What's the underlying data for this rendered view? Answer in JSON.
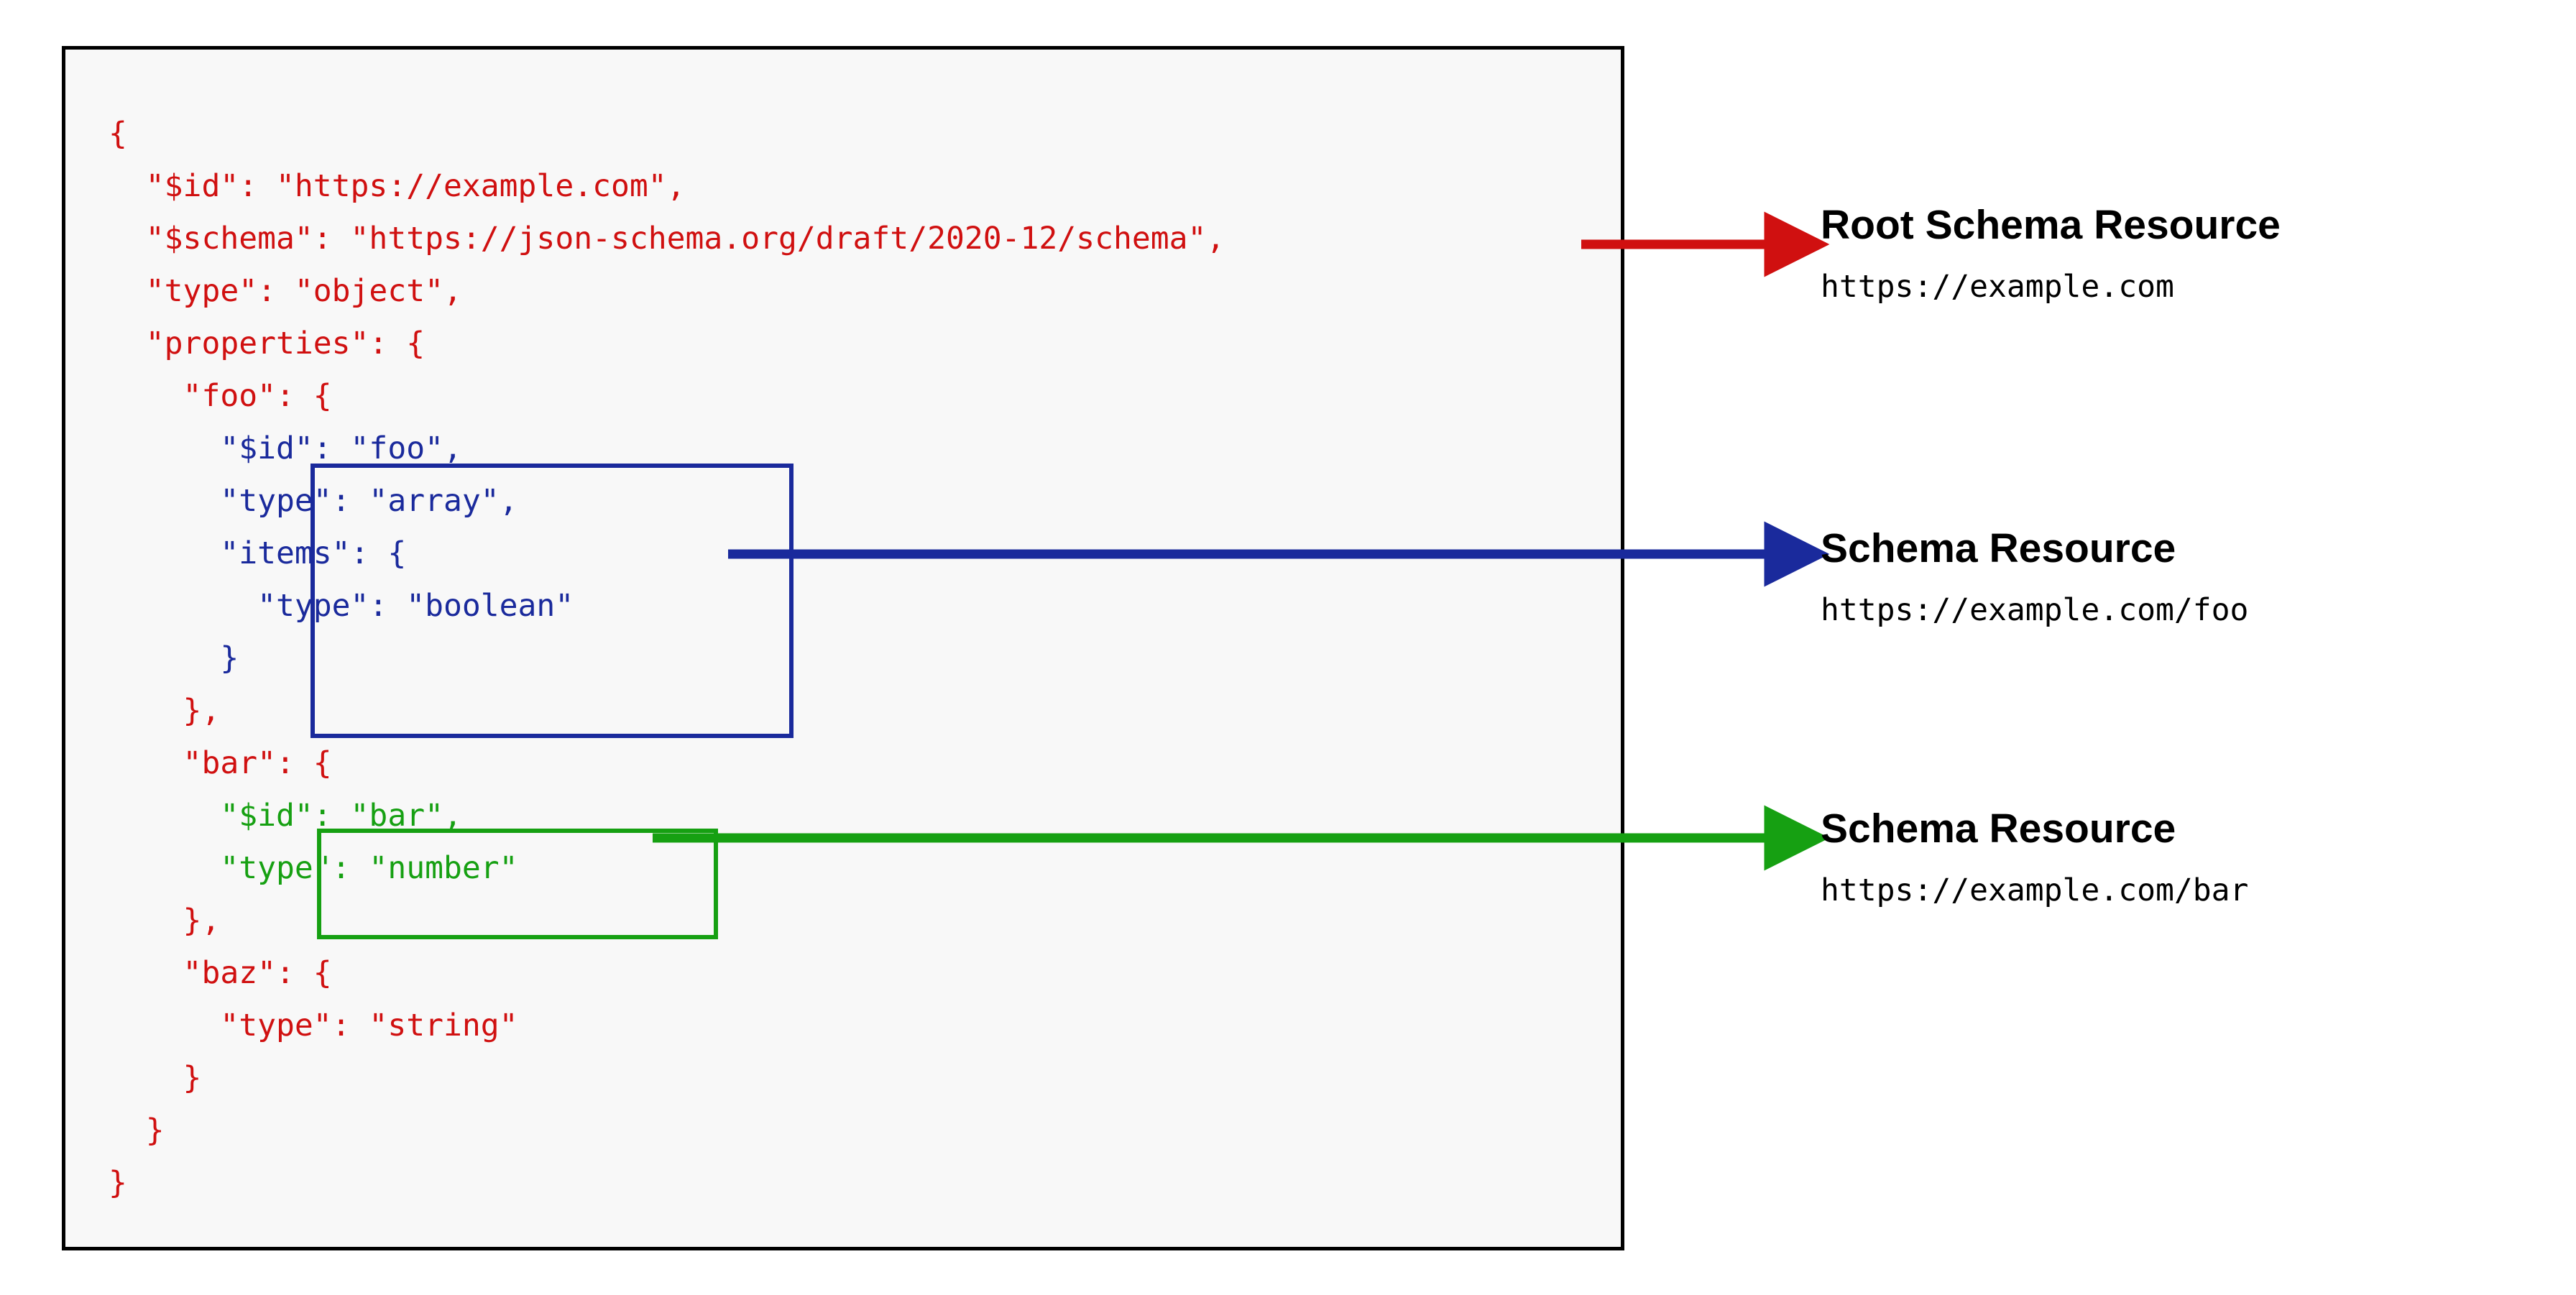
{
  "diagram": {
    "title": "JSON Schema resource identification diagram",
    "colors": {
      "code_red": "#d01010",
      "code_blue": "#1a2a9c",
      "code_green": "#16a012",
      "panel_border": "#000000",
      "panel_background": "#f8f8f8",
      "label_text": "#000000"
    }
  },
  "code": {
    "lines": [
      {
        "indent": 0,
        "text": "{",
        "color": "red"
      },
      {
        "indent": 1,
        "text": "\"$id\": \"https://example.com\",",
        "color": "red"
      },
      {
        "indent": 1,
        "text": "\"$schema\": \"https://json-schema.org/draft/2020-12/schema\",",
        "color": "red"
      },
      {
        "indent": 1,
        "text": "\"type\": \"object\",",
        "color": "red"
      },
      {
        "indent": 1,
        "text": "\"properties\": {",
        "color": "red"
      },
      {
        "indent": 2,
        "text": "\"foo\": {",
        "color": "red"
      },
      {
        "indent": 3,
        "text": "\"$id\": \"foo\",",
        "color": "blue"
      },
      {
        "indent": 3,
        "text": "\"type\": \"array\",",
        "color": "blue"
      },
      {
        "indent": 3,
        "text": "\"items\": {",
        "color": "blue"
      },
      {
        "indent": 4,
        "text": "\"type\": \"boolean\"",
        "color": "blue"
      },
      {
        "indent": 3,
        "text": "}",
        "color": "blue"
      },
      {
        "indent": 2,
        "text": "},",
        "color": "red"
      },
      {
        "indent": 2,
        "text": "\"bar\": {",
        "color": "red"
      },
      {
        "indent": 3,
        "text": "\"$id\": \"bar\",",
        "color": "green"
      },
      {
        "indent": 3,
        "text": "\"type\": \"number\"",
        "color": "green"
      },
      {
        "indent": 2,
        "text": "},",
        "color": "red"
      },
      {
        "indent": 2,
        "text": "\"baz\": {",
        "color": "red"
      },
      {
        "indent": 3,
        "text": "\"type\": \"string\"",
        "color": "red"
      },
      {
        "indent": 2,
        "text": "}",
        "color": "red"
      },
      {
        "indent": 1,
        "text": "}",
        "color": "red"
      },
      {
        "indent": 0,
        "text": "}",
        "color": "red"
      }
    ]
  },
  "annotations": [
    {
      "id": "root",
      "title": "Root Schema Resource",
      "url": "https://example.com",
      "color": "#d01010",
      "arrow_from_line": "\"$schema\" line"
    },
    {
      "id": "foo",
      "title": "Schema Resource",
      "url": "https://example.com/foo",
      "color": "#1a2a9c",
      "arrow_from_line": "\"items\" line inside foo box"
    },
    {
      "id": "bar",
      "title": "Schema Resource",
      "url": "https://example.com/bar",
      "color": "#16a012",
      "arrow_from_line": "\"type\": \"number\" line inside bar box"
    }
  ]
}
